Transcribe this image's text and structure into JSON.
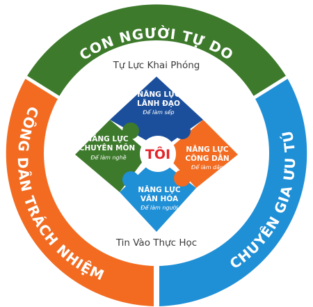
{
  "ring": {
    "top": {
      "label": "CON NGƯỜI TỰ DO",
      "color": "#3d7a2b"
    },
    "left": {
      "label": "CÔNG DÂN TRÁCH NHIỆM",
      "color": "#f26b21"
    },
    "right": {
      "label": "CHUYÊN GIA ƯU TÚ",
      "color": "#1f8fd6"
    }
  },
  "inner": {
    "top_text": "Tự Lực Khai Phóng",
    "bottom_text": "Tin Vào Thực Học"
  },
  "pieces": {
    "top": {
      "title1": "NĂNG LỰC",
      "title2": "LÃNH ĐẠO",
      "sub": "Để làm sếp",
      "color": "#1b4f9c"
    },
    "left": {
      "title1": "NĂNG LỰC",
      "title2": "CHUYÊN MÔN",
      "sub": "Để làm nghề",
      "color": "#3d7a2b"
    },
    "right": {
      "title1": "NĂNG LỰC",
      "title2": "CÔNG DÂN",
      "sub": "Để làm dân",
      "color": "#f26b21"
    },
    "bottom": {
      "title1": "NĂNG LỰC",
      "title2": "VĂN HÓA",
      "sub": "Để làm người",
      "color": "#1f8fd6"
    }
  },
  "center": {
    "label": "TÔI",
    "color": "#e2262a"
  }
}
